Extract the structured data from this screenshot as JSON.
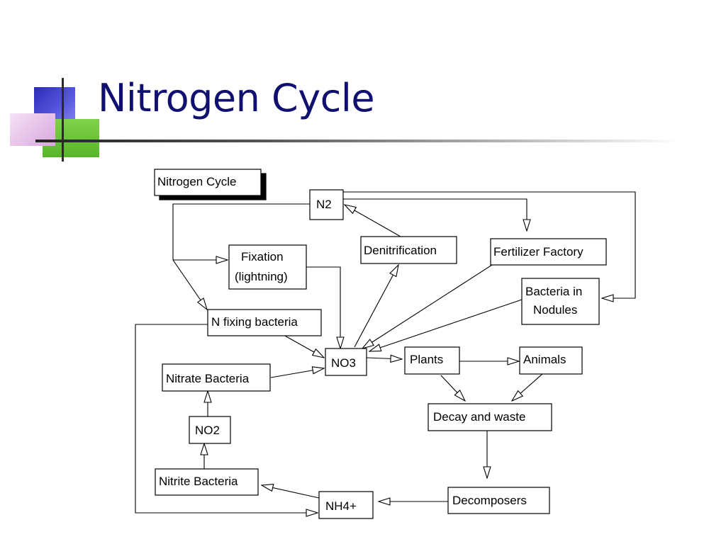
{
  "slide": {
    "title": "Nitrogen Cycle",
    "title_color": "#101070"
  },
  "diagram": {
    "nodes": {
      "header": "Nitrogen Cycle",
      "n2": "N2",
      "fixation_line1": "Fixation",
      "fixation_line2": "(lightning)",
      "denitrification": "Denitrification",
      "fertilizer_factory": "Fertilizer Factory",
      "bacteria_nodules_line1": "Bacteria in",
      "bacteria_nodules_line2": "Nodules",
      "n_fixing_bacteria": "N fixing bacteria",
      "no3": "NO3",
      "plants": "Plants",
      "animals": "Animals",
      "nitrate_bacteria": "Nitrate Bacteria",
      "no2": "NO2",
      "decay_waste": "Decay and waste",
      "nitrite_bacteria": "Nitrite Bacteria",
      "nh4": "NH4+",
      "decomposers": "Decomposers"
    }
  }
}
